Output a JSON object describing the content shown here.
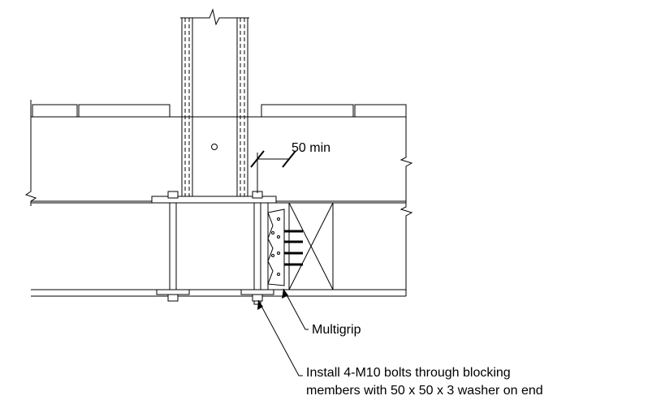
{
  "annotations": {
    "dimension": "50 min",
    "multigrip": "Multigrip",
    "bolts_line1": "Install 4-M10 bolts through blocking",
    "bolts_line2": "members with 50 x 50 x 3 washer on end"
  }
}
